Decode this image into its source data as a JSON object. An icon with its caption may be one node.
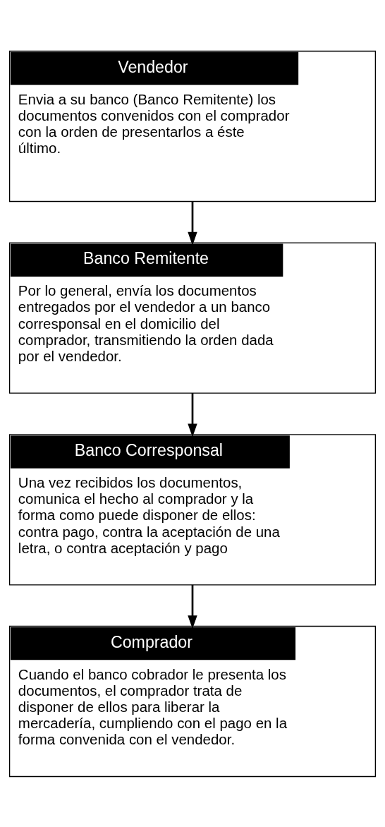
{
  "diagram": {
    "nodes": [
      {
        "text": [
          "Vendedor",
          "Envia a su banco (Banco Remitente) los documentos convenidos con el comprador con la orden de presentarlos a éste último."
        ]
      },
      {
        "text": [
          "Banco Remitente",
          "Por lo general, envía los documentos entregados por el vendedor a un banco corresponsal en el domicilio del comprador, transmitiendo la orden dada por el vendedor."
        ]
      },
      {
        "text": [
          "Banco Corresponsal",
          "Una vez recibidos los documentos, comunica el hecho al comprador y la forma como puede disponer de ellos: contra pago, contra la aceptación de una letra, o contra aceptación y pago"
        ]
      },
      {
        "text": [
          "Comprador",
          "Cuando el banco cobrador le presenta los documentos, el comprador trata de disponer de ellos para liberar la mercadería, cumpliendo con el pago en la forma convenida con el vendedor."
        ]
      }
    ],
    "edges": [
      {
        "from": 0,
        "to": 1,
        "arrow": "to"
      },
      {
        "from": 1,
        "to": 2,
        "arrow": "to"
      },
      {
        "from": 2,
        "to": 3,
        "arrow": "to"
      }
    ]
  }
}
